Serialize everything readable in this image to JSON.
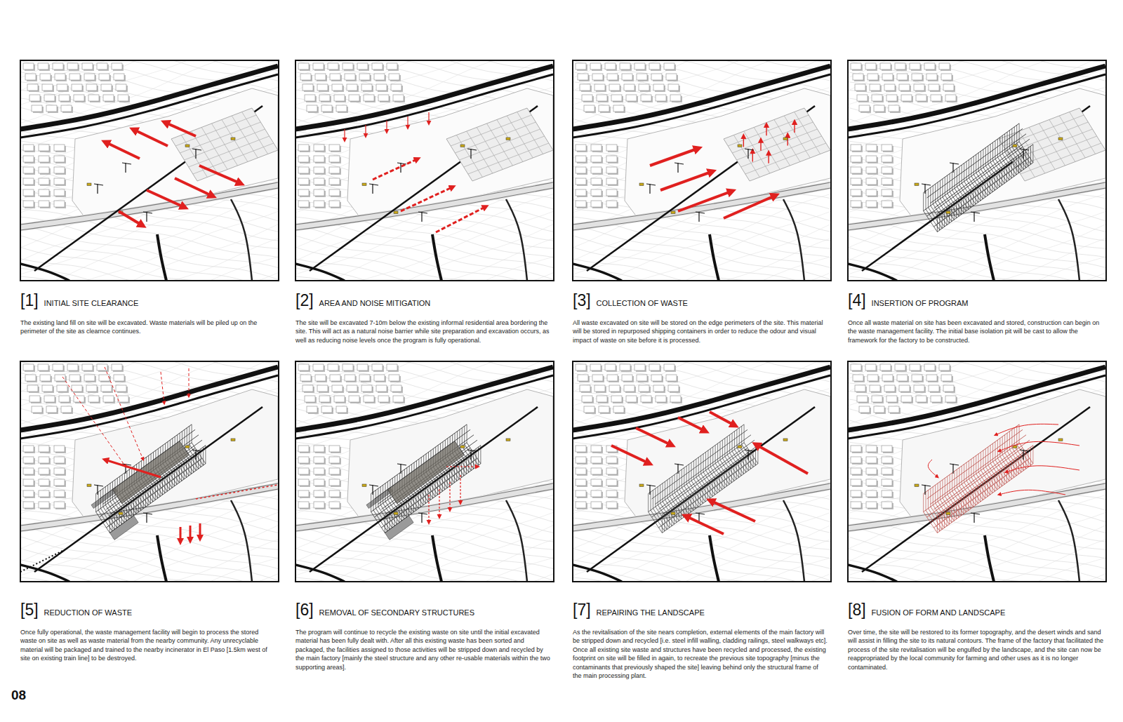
{
  "diagram": {
    "nodes": [
      {
        "text": [
          "[1]",
          "INITIAL SITE CLEARANCE",
          "The existing land fill on site will be excavated. Waste materials will be piled up on the perimeter of the site as clearnce continues."
        ]
      },
      {
        "text": [
          "[2]",
          "AREA AND NOISE MITIGATION",
          "The site will be excavated 7-10m below the existing informal residential area bordering the site. This will act as a natural noise barrier while site preparation and excavation occurs, as well as reducing noise levels once the program is fully operational."
        ]
      },
      {
        "text": [
          "[3]",
          "COLLECTION OF WASTE",
          "All waste excavated on site will be stored on the edge perimeters of the site. This material will be stored in repurposed shipping containers in order to reduce the odour and visual impact of waste on site before it is processed."
        ]
      },
      {
        "text": [
          "[4]",
          "INSERTION OF PROGRAM",
          "Once all waste material on site has been excavated and stored, construction can begin on the waste management facility. The initial base isolation pit will be cast to allow the framework for the factory to be constructed."
        ]
      },
      {
        "text": [
          "[5]",
          "REDUCTION OF WASTE",
          "Once fully operational, the waste management facility will begin to process the stored waste on site as well as waste material from the nearby community. Any unrecyclable material will be packaged and trained to the nearby incinerator in El Paso [1.5km west of site on existing train line] to be destroyed."
        ]
      },
      {
        "text": [
          "[6]",
          "REMOVAL OF SECONDARY STRUCTURES",
          "The program will continue to recycle the existing waste on site until the initial excavated material has been fully dealt with. After all this existing waste has been sorted and packaged, the facilities assigned to those activities will be stripped down and recycled by the main factory [mainly the steel structure and any other re-usable materials within the two supporting areas]."
        ]
      },
      {
        "text": [
          "[7]",
          "REPAIRING THE LANDSCAPE",
          "As the revitalisation of the site nears completion, external elements of the main factory will be stripped down and recycled [i.e. steel infill walling, cladding railings, steel walkways etc]. Once all existing site waste and structures have been recycled and processed, the existing footprint on site will be filled in again, to recreate the previous site topography [minus the contaminants that previously shaped the site] leaving behind only the structural frame of the main processing plant."
        ]
      },
      {
        "text": [
          "[8]",
          "FUSION OF FORM AND LANDSCAPE",
          "Over time, the site will be restored to its former topography, and the desert winds and sand will assist in filling the site to its natural contours. The frame of the factory that facilitated the process of the site revitalisation will be engulfed by the landscape, and the site can now be reappropriated by the local community for farming and other uses as it is no longer contaminated."
        ]
      }
    ],
    "labels": [
      "08"
    ]
  }
}
